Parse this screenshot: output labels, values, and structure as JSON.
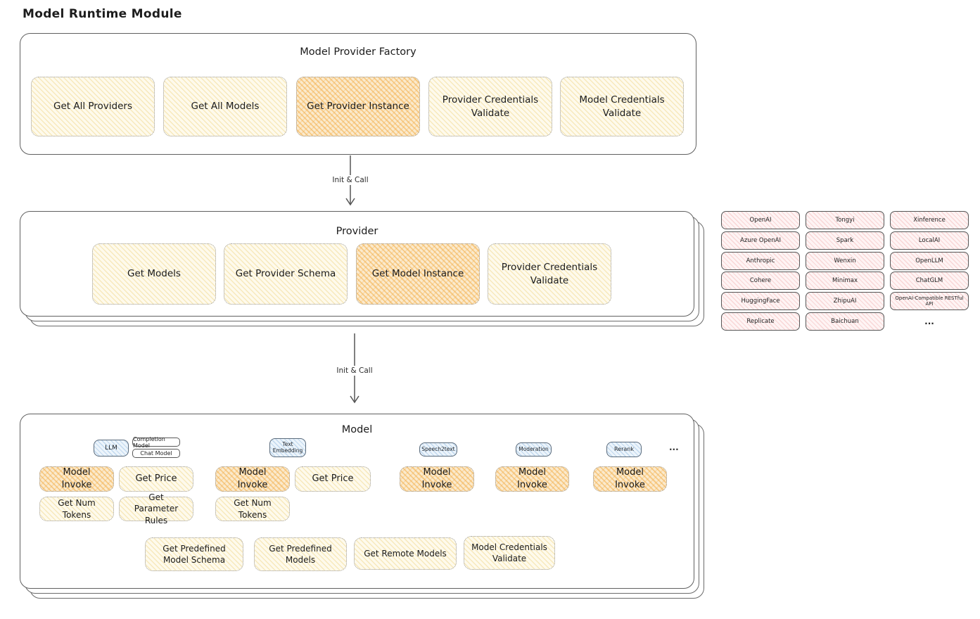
{
  "title": "Model Runtime Module",
  "factory": {
    "title": "Model Provider Factory",
    "buttons": [
      "Get All Providers",
      "Get All Models",
      "Get Provider Instance",
      "Provider Credentials Validate",
      "Model Credentials Validate"
    ],
    "highlighted_button": "Get Provider Instance"
  },
  "arrow1_label": "Init & Call",
  "arrow2_label": "Init & Call",
  "provider": {
    "title": "Provider",
    "buttons": [
      "Get Models",
      "Get Provider Schema",
      "Get Model Instance",
      "Provider Credentials Validate"
    ],
    "highlighted_button": "Get Model Instance"
  },
  "provider_list": [
    "OpenAI",
    "Tongyi",
    "Xinference",
    "Azure OpenAI",
    "Spark",
    "LocalAI",
    "Anthropic",
    "Wenxin",
    "OpenLLM",
    "Cohere",
    "Minimax",
    "ChatGLM",
    "HuggingFace",
    "ZhipuAI",
    "OpenAI-Compatible RESTful API",
    "Replicate",
    "Baichuan",
    "..."
  ],
  "model": {
    "title": "Model",
    "types": [
      "LLM",
      "Completion Model",
      "Chat Model",
      "Text Embedding",
      "Speech2text",
      "Moderation",
      "Rerank",
      "..."
    ],
    "actions": {
      "llm": [
        "Model Invoke",
        "Get Price",
        "Get Num Tokens",
        "Get Parameter Rules"
      ],
      "text_embedding": [
        "Model Invoke",
        "Get Price",
        "Get Num Tokens"
      ],
      "speech2text": [
        "Model Invoke"
      ],
      "moderation": [
        "Model Invoke"
      ],
      "rerank": [
        "Model Invoke"
      ],
      "common": [
        "Get Predefined Model Schema",
        "Get Predefined Models",
        "Get Remote Models",
        "Model Credentials Validate"
      ]
    }
  },
  "colors": {
    "highlight_fill": "#F3AE4A",
    "action_fill": "#FDF7E6",
    "provider_chip_fill": "#F7DCDC",
    "model_type_fill": "#CFE4F6",
    "outline": "#606060"
  }
}
